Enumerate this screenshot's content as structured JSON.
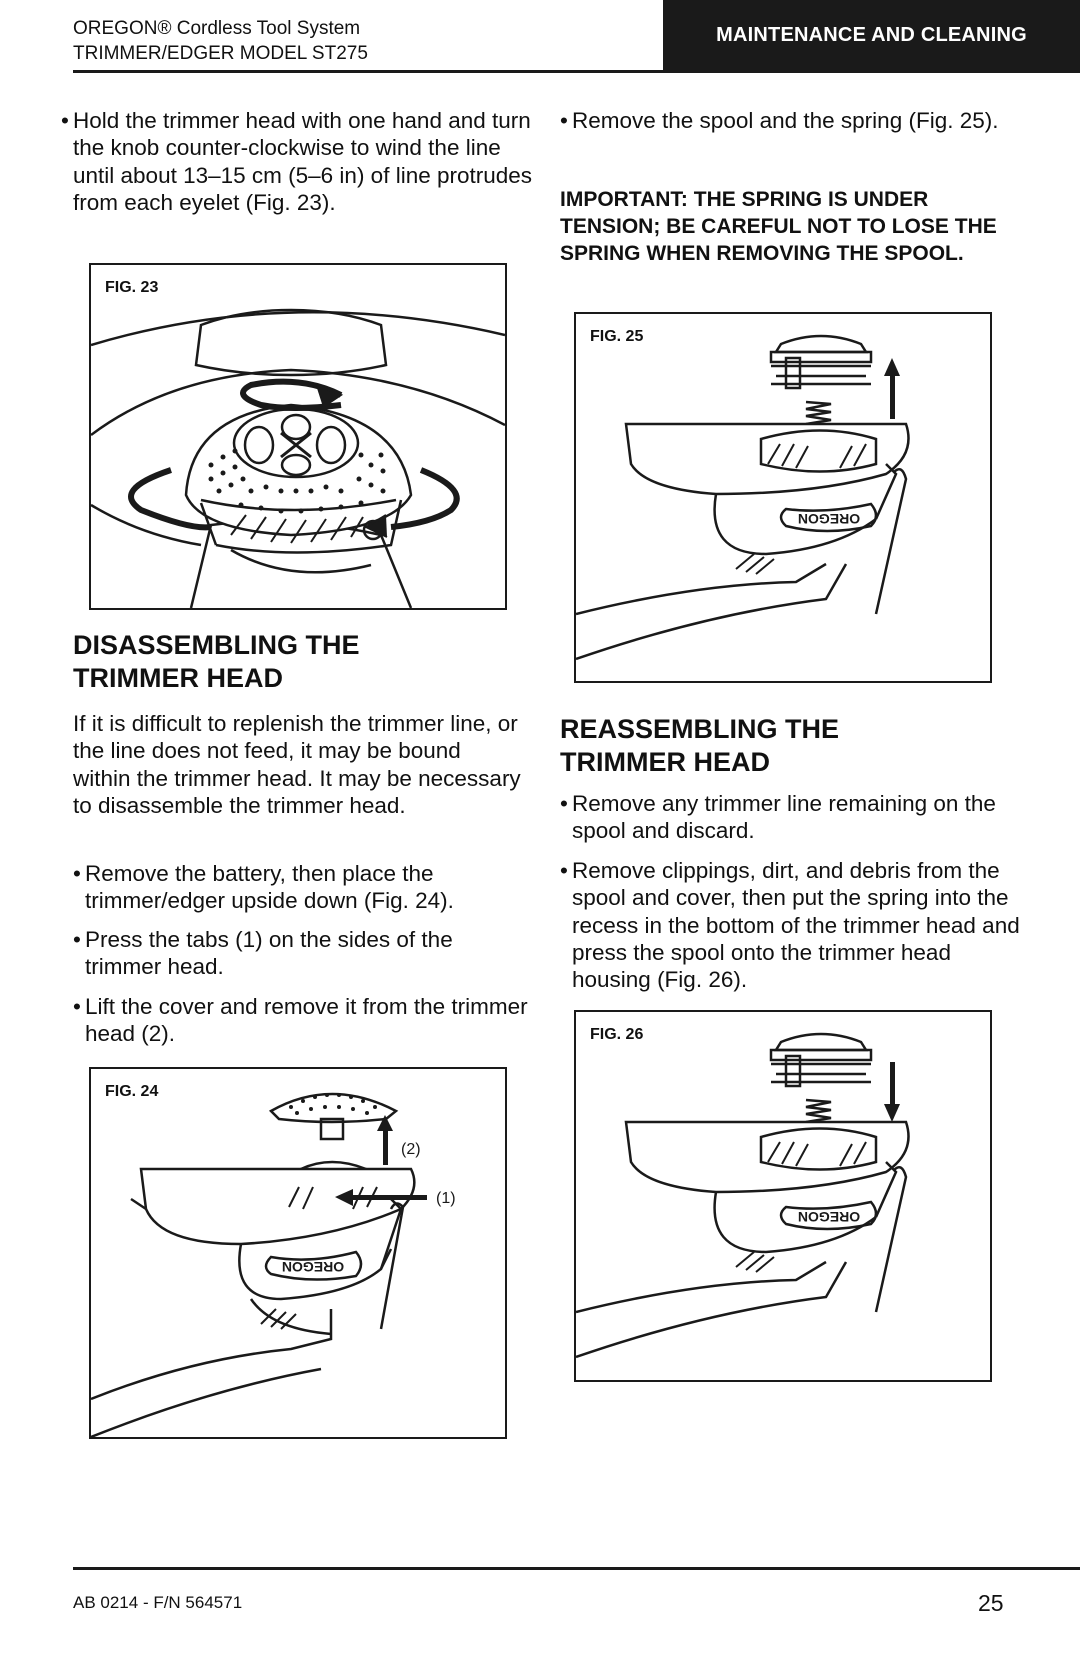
{
  "header": {
    "line1": "OREGON® Cordless Tool System",
    "line2": "TRIMMER/EDGER MODEL ST275",
    "section_tab": "MAINTENANCE AND CLEANING"
  },
  "left": {
    "bullet_wind": "Hold the trimmer head with one hand and turn the knob counter-clockwise to wind the line until about 13–15 cm (5–6 in) of line protrudes from each eyelet (Fig. 23).",
    "fig23_label": "FIG. 23",
    "heading_line1": "DISASSEMBLING THE",
    "heading_line2": "TRIMMER HEAD",
    "intro": "If it is difficult to replenish the trimmer line, or the line does not feed, it may be bound within the trimmer head. It may be necessary to disassemble the trimmer head.",
    "bullet_battery": "Remove the battery, then place the trimmer/edger upside down (Fig. 24).",
    "bullet_tabs": "Press the tabs (1) on the sides of the trimmer head.",
    "bullet_cover": "Lift the cover and remove it from the trimmer head (2).",
    "fig24_label": "FIG. 24",
    "callout_2": "(2)",
    "callout_1": "(1)"
  },
  "right": {
    "bullet_spool": "Remove the spool and the spring (Fig. 25).",
    "important": "IMPORTANT: THE SPRING IS UNDER TENSION; BE CAREFUL NOT TO LOSE THE SPRING WHEN REMOVING THE SPOOL.",
    "fig25_label": "FIG. 25",
    "heading_line1": "REASSEMBLING THE",
    "heading_line2": "TRIMMER HEAD",
    "bullet_discard": "Remove any trimmer line remaining on the spool and discard.",
    "bullet_clean": "Remove clippings, dirt, and debris from the spool and cover, then put the spring into the recess in the bottom of the trimmer head and press the spool onto the trimmer head housing (Fig. 26).",
    "fig26_label": "FIG. 26",
    "logo_text": "OREGON"
  },
  "footer": {
    "doc_code": "AB 0214 - F/N 564571",
    "page_number": "25"
  }
}
